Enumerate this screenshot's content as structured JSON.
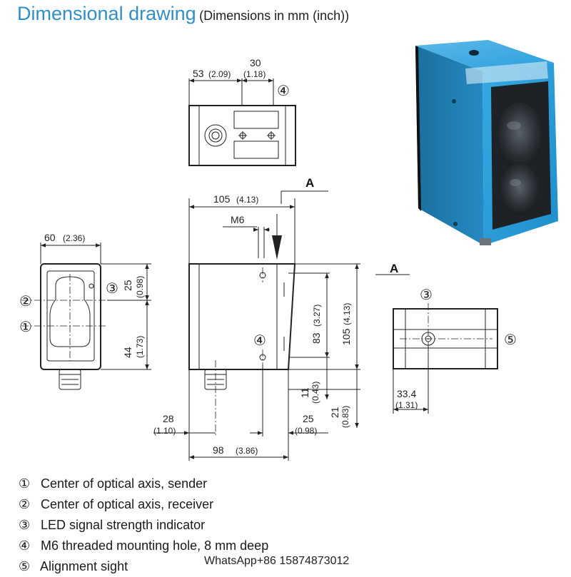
{
  "header": {
    "title": "Dimensional drawing",
    "subtitle": "(Dimensions in mm (inch))"
  },
  "top_view": {
    "dim_53": "53",
    "dim_53_in": "(2.09)",
    "dim_30": "30",
    "dim_30_in": "(1.18)",
    "callout_4": "④"
  },
  "side_view": {
    "section_mark": "A",
    "dim_105_w": "105",
    "dim_105_w_in": "(4.13)",
    "thread_label": "M6",
    "dim_83": "83",
    "dim_83_in": "(3.27)",
    "dim_105_h": "105",
    "dim_105_h_in": "(4.13)",
    "dim_11": "11",
    "dim_11_in": "(0.43)",
    "dim_21": "21",
    "dim_21_in": "(0.83)",
    "dim_28": "28",
    "dim_28_in": "(1.10)",
    "dim_25": "25",
    "dim_25_in": "(0.98)",
    "dim_98": "98",
    "dim_98_in": "(3.86)",
    "callout_4": "④"
  },
  "front_view": {
    "dim_60": "60",
    "dim_60_in": "(2.36)",
    "dim_25": "25",
    "dim_25_in": "(0.98)",
    "dim_44": "44",
    "dim_44_in": "(1.73)",
    "callout_2": "②",
    "callout_1": "①",
    "callout_3": "③"
  },
  "detail_view": {
    "section_mark": "A",
    "callout_3": "③",
    "callout_5": "⑤",
    "dim_33": "33.4",
    "dim_33_in": "(1.31)"
  },
  "legend": [
    {
      "num": "①",
      "text": "Center of optical axis, sender"
    },
    {
      "num": "②",
      "text": "Center of optical axis, receiver"
    },
    {
      "num": "③",
      "text": "LED signal strength indicator"
    },
    {
      "num": "④",
      "text": "M6 threaded mounting hole, 8 mm deep"
    },
    {
      "num": "⑤",
      "text": "Alignment sight"
    }
  ],
  "watermark": "WhatsApp+86 15874873012",
  "colors": {
    "title_blue": "#2f8fc8",
    "housing_blue": "#2a9fdc",
    "lens_dark": "#1e2226"
  }
}
